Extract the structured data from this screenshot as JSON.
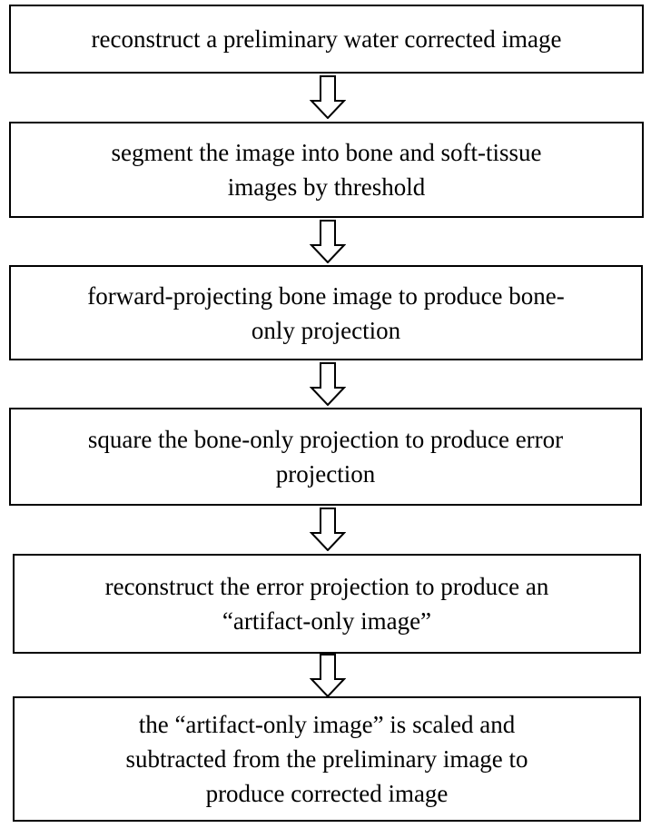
{
  "steps": [
    {
      "text": "reconstruct a preliminary water corrected image"
    },
    {
      "text": "segment the image into bone and soft-tissue\nimages by threshold"
    },
    {
      "text": "forward-projecting bone image to produce bone-\nonly projection"
    },
    {
      "text": "square the bone-only projection to produce error\nprojection"
    },
    {
      "text": "reconstruct the error projection to produce an\n“artifact-only image”"
    },
    {
      "text": "the “artifact-only image” is scaled and\nsubtracted from the preliminary image to\nproduce corrected image"
    }
  ],
  "arrow_icon": "hollow-down-arrow-icon"
}
